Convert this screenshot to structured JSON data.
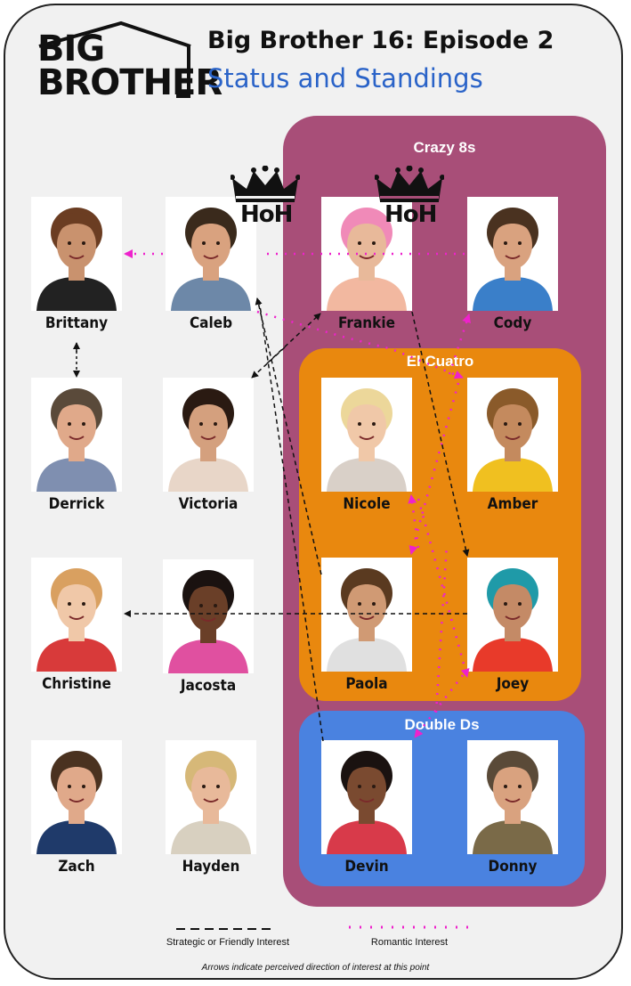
{
  "header": {
    "title": "Big Brother 16: Episode 2",
    "subtitle": "Status and Standings",
    "logo_text_line1": "BIG",
    "logo_text_line2": "BROTHER"
  },
  "groups": {
    "crazy8s": {
      "label": "Crazy 8s",
      "color": "#a84e78"
    },
    "elcuatro": {
      "label": "El Cuatro",
      "color": "#e9880e"
    },
    "doubleds": {
      "label": "Double Ds",
      "color": "#4a82e0"
    }
  },
  "hoh": {
    "label": "HoH",
    "holders": [
      "Caleb",
      "Frankie"
    ]
  },
  "players": {
    "brittany": {
      "name": "Brittany",
      "skin": "#c9926e",
      "hair": "#6b3d22",
      "shirt": "#222222"
    },
    "caleb": {
      "name": "Caleb",
      "skin": "#d9a27f",
      "hair": "#3a2a1c",
      "shirt": "#6d88a8"
    },
    "frankie": {
      "name": "Frankie",
      "skin": "#e8b99a",
      "hair": "#f08ab8",
      "shirt": "#f2b8a0"
    },
    "cody": {
      "name": "Cody",
      "skin": "#d9a27f",
      "hair": "#4a3220",
      "shirt": "#3a7fc9"
    },
    "derrick": {
      "name": "Derrick",
      "skin": "#e0a98a",
      "hair": "#5a4a3a",
      "shirt": "#7f8fb0"
    },
    "victoria": {
      "name": "Victoria",
      "skin": "#d4a07e",
      "hair": "#2a1a12",
      "shirt": "#e8d6c8"
    },
    "nicole": {
      "name": "Nicole",
      "skin": "#f0c8a8",
      "hair": "#ecd79a",
      "shirt": "#d9d0c8"
    },
    "amber": {
      "name": "Amber",
      "skin": "#c48a5e",
      "hair": "#8a5a2a",
      "shirt": "#f0c020"
    },
    "christine": {
      "name": "Christine",
      "skin": "#f0c8a8",
      "hair": "#d9a060",
      "shirt": "#d83a3a"
    },
    "jacosta": {
      "name": "Jacosta",
      "skin": "#6a3f28",
      "hair": "#1a1210",
      "shirt": "#e050a0"
    },
    "paola": {
      "name": "Paola",
      "skin": "#d09a74",
      "hair": "#5a3a20",
      "shirt": "#e0e0e0"
    },
    "joey": {
      "name": "Joey",
      "skin": "#c48a66",
      "hair": "#1f9aa8",
      "shirt": "#e83a2a"
    },
    "zach": {
      "name": "Zach",
      "skin": "#e0a98a",
      "hair": "#4a3220",
      "shirt": "#1f3a6a"
    },
    "hayden": {
      "name": "Hayden",
      "skin": "#e8b99a",
      "hair": "#d6b878",
      "shirt": "#d8d0c0"
    },
    "devin": {
      "name": "Devin",
      "skin": "#7a4a30",
      "hair": "#1a1210",
      "shirt": "#d83a4a"
    },
    "donny": {
      "name": "Donny",
      "skin": "#d9a27f",
      "hair": "#5a4a38",
      "shirt": "#7a6a48"
    }
  },
  "legend": {
    "strategic_label": "Strategic or Friendly Interest",
    "romantic_label": "Romantic Interest",
    "note": "Arrows indicate perceived direction of interest at this point",
    "strategic_color": "#111111",
    "romantic_color": "#ee22cc"
  }
}
